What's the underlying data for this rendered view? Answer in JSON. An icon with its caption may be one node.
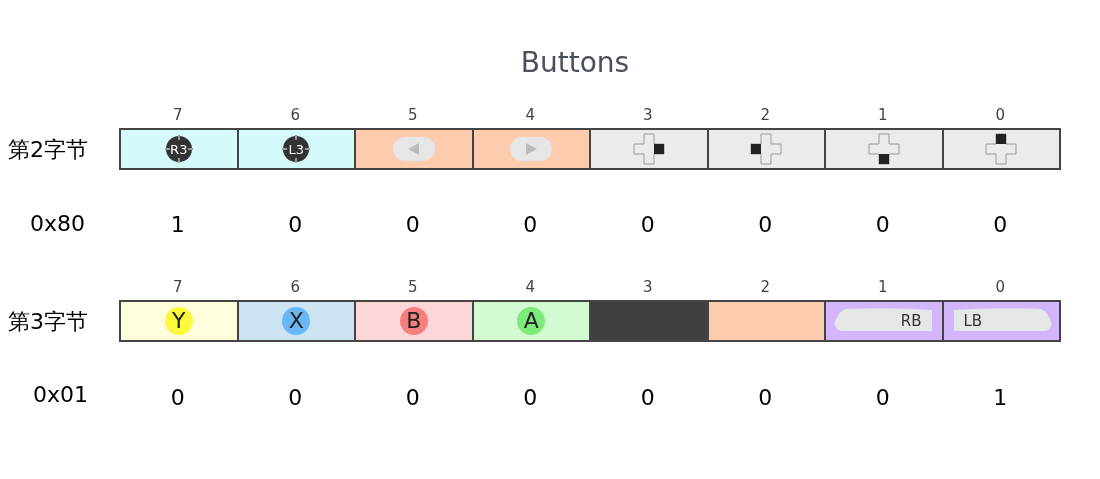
{
  "diagram": {
    "title": "Buttons",
    "nodes": [
      {
        "text": [
          "R3"
        ],
        "beside": [
          "7"
        ]
      },
      {
        "text": [
          "L3"
        ],
        "beside": [
          "6"
        ]
      },
      {
        "text": [],
        "shape": "box",
        "beside": [
          "5"
        ]
      },
      {
        "text": [],
        "shape": "box",
        "beside": [
          "4"
        ]
      },
      {
        "text": [],
        "shape": "box",
        "beside": [
          "3"
        ]
      },
      {
        "text": [],
        "shape": "box",
        "beside": [
          "2"
        ]
      },
      {
        "text": [],
        "shape": "box",
        "beside": [
          "1"
        ]
      },
      {
        "text": [],
        "shape": "box",
        "beside": [
          "0"
        ]
      },
      {
        "text": [
          "Y"
        ],
        "beside": [
          "7"
        ]
      },
      {
        "text": [
          "X"
        ],
        "beside": [
          "6"
        ]
      },
      {
        "text": [
          "B"
        ],
        "beside": [
          "5"
        ]
      },
      {
        "text": [
          "A"
        ],
        "beside": [
          "4"
        ]
      },
      {
        "text": [],
        "shape": "box",
        "beside": [
          "3"
        ]
      },
      {
        "text": [],
        "shape": "box",
        "beside": [
          "2"
        ]
      },
      {
        "text": [
          "RB"
        ],
        "beside": [
          "1"
        ]
      },
      {
        "text": [
          "LB"
        ],
        "beside": [
          "0"
        ]
      }
    ],
    "labels": [
      "第2字节",
      "0x80",
      "1",
      "0",
      "0",
      "0",
      "0",
      "0",
      "0",
      "0",
      "第3字节",
      "0x01",
      "0",
      "0",
      "0",
      "0",
      "0",
      "0",
      "0",
      "1"
    ]
  }
}
